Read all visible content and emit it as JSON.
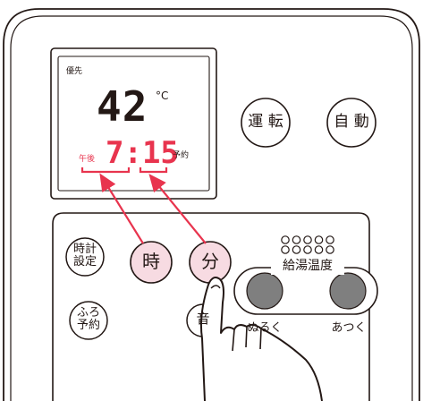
{
  "display": {
    "priority_label": "優先",
    "temperature": "42",
    "temp_unit": "°C",
    "period_label": "午後",
    "time": "7:15",
    "reservation_label": "予約"
  },
  "buttons": {
    "run": "運 転",
    "auto": "自 動",
    "clock_set_line1": "時計",
    "clock_set_line2": "設定",
    "hour": "時",
    "minute": "分",
    "bath_reserve_line1": "ふろ",
    "bath_reserve_line2": "予約",
    "sound": "音"
  },
  "temperature_control": {
    "title": "給湯温度",
    "cooler": "ぬるく",
    "hotter": "あつく",
    "level_lamps": 5
  },
  "colors": {
    "highlight_fill": "#f7dbe2",
    "accent_red": "#e8344e",
    "line": "#231815",
    "knob_gray": "#7f7f7f"
  }
}
